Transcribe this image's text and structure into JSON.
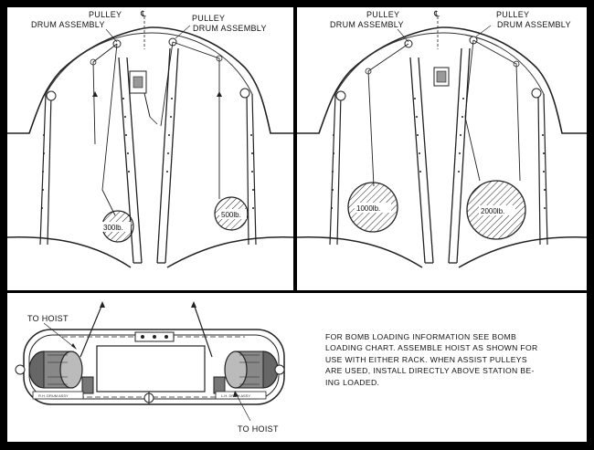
{
  "panels": {
    "top_left": {
      "label_left": [
        "PULLEY",
        "DRUM ASSEMBLY"
      ],
      "label_right": [
        "PULLEY",
        "DRUM ASSEMBLY"
      ],
      "centerline": "℄",
      "weight_left": "300lb.",
      "weight_right": "500lb."
    },
    "top_right": {
      "label_left": [
        "PULLEY",
        "DRUM ASSEMBLY"
      ],
      "label_right": [
        "PULLEY",
        "DRUM ASSEMBLY"
      ],
      "centerline": "℄",
      "weight_left": "1000lb.",
      "weight_right": "2000lb."
    },
    "bottom": {
      "to_hoist_left": "TO HOIST",
      "to_hoist_right": "TO HOIST",
      "drum_rh": "R.H. DRUM ASSY",
      "drum_lh": "L.H. DRUM ASSY",
      "note_lines": [
        "FOR BOMB LOADING INFORMATION SEE BOMB",
        "LOADING CHART. ASSEMBLE HOIST AS SHOWN FOR",
        "USE WITH EITHER RACK. WHEN ASSIST PULLEYS",
        "ARE USED, INSTALL DIRECTLY ABOVE STATION BE-",
        "ING LOADED."
      ]
    }
  }
}
